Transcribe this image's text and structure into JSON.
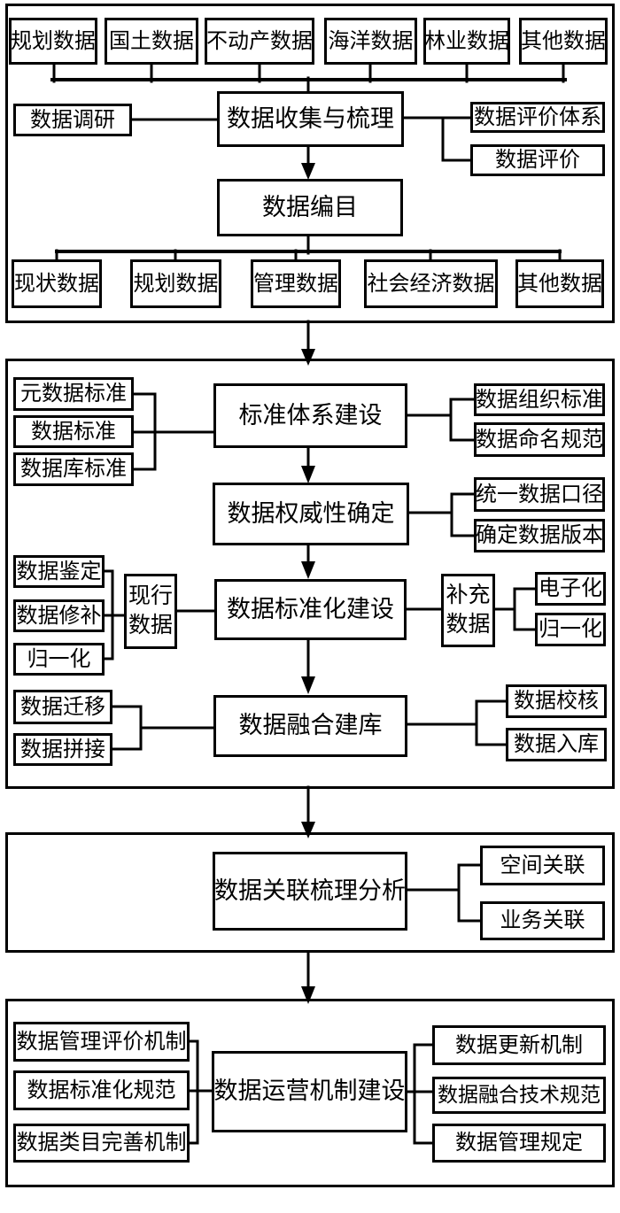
{
  "colors": {
    "ink": "#000000",
    "background": "#ffffff"
  },
  "s1": {
    "sources": [
      "规划数据",
      "国土数据",
      "不动产数据",
      "海洋数据",
      "林业数据",
      "其他数据"
    ],
    "survey": "数据调研",
    "collect": "数据收集与梳理",
    "eval_system": "数据评价体系",
    "eval": "数据评价",
    "catalog": "数据编目",
    "outputs": [
      "现状数据",
      "规划数据",
      "管理数据",
      "社会经济数据",
      "其他数据"
    ]
  },
  "s2": {
    "std_inputs": [
      "元数据标准",
      "数据标准",
      "数据库标准"
    ],
    "std_build": "标准体系建设",
    "std_outputs": [
      "数据组织标准",
      "数据命名规范"
    ],
    "authority": "数据权威性确定",
    "authority_outputs": [
      "统一数据口径",
      "确定数据版本"
    ],
    "current_inputs": [
      "数据鉴定",
      "数据修补",
      "归一化"
    ],
    "current_data": "现行数据",
    "standardize": "数据标准化建设",
    "supplement": "补充数据",
    "supplement_outputs": [
      "电子化",
      "归一化"
    ],
    "merge_inputs": [
      "数据迁移",
      "数据拼接"
    ],
    "merge_build": "数据融合建库",
    "merge_outputs": [
      "数据校核",
      "数据入库"
    ]
  },
  "s3": {
    "analysis": "数据关联梳理分析",
    "outputs": [
      "空间关联",
      "业务关联"
    ]
  },
  "s4": {
    "inputs": [
      "数据管理评价机制",
      "数据标准化规范",
      "数据类目完善机制"
    ],
    "operate": "数据运营机制建设",
    "outputs": [
      "数据更新机制",
      "数据融合技术规范",
      "数据管理规定"
    ]
  }
}
